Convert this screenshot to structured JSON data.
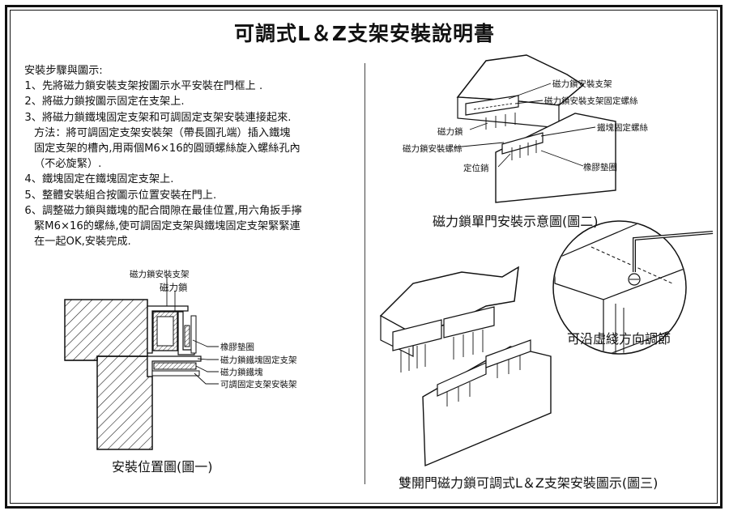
{
  "title": "可調式L＆Z支架安裝說明書",
  "steps": {
    "heading": "安裝步驟與圖示:",
    "items": [
      {
        "num": "1、",
        "text": "先將磁力鎖安裝支架按圖示水平安裝在門框上 ."
      },
      {
        "num": "2、",
        "text": "將磁力鎖按圖示固定在支架上."
      },
      {
        "num": "3、",
        "text": "將磁力鎖鐵塊固定支架和可調固定支架安裝連接起來."
      },
      {
        "num": "4、",
        "text": "鐵塊固定在鐵塊固定支架上."
      },
      {
        "num": "5、",
        "text": "整體安裝組合按圖示位置安裝在門上."
      },
      {
        "num": "6、",
        "text": "調整磁力鎖與鐵塊的配合間隙在最佳位置,用六角扳手擰"
      }
    ],
    "step3_cont": [
      "方法：將可調固定支架安裝架（帶長圓孔端）插入鐵塊",
      "固定支架的槽內,用兩個M6×16的圓頭螺絲旋入螺絲孔內",
      "（不必旋緊）."
    ],
    "step6_cont": [
      "緊M6×16的螺絲,使可調固定支架與鐵塊固定支架緊緊連",
      "在一起OK,安裝完成."
    ]
  },
  "figure1": {
    "caption": "安裝位置圖(圖一)",
    "labels": {
      "bracket": "磁力鎖安裝支架",
      "lock": "磁力鎖",
      "rubber": "橡膠墊圈",
      "plate_bracket": "磁力鎖鐵塊固定支架",
      "plate": "磁力鎖鐵塊",
      "adjustable": "可調固定支架安裝架"
    }
  },
  "figure2": {
    "caption": "磁力鎖單門安裝示意圖(圖二)",
    "labels": {
      "bracket": "磁力鎖安裝支架",
      "bracket_screw": "磁力鎖安裝支架固定螺絲",
      "plate_screw": "鐵塊固定螺絲",
      "lock": "磁力鎖",
      "lock_screw": "磁力鎖安裝螺絲",
      "pin": "定位銷",
      "rubber": "橡膠墊圈"
    }
  },
  "figure_detail": {
    "caption": "可沿虛綫方向調節"
  },
  "figure3": {
    "caption": "雙開門磁力鎖可調式L＆Z支架安裝圖示(圖三)"
  }
}
